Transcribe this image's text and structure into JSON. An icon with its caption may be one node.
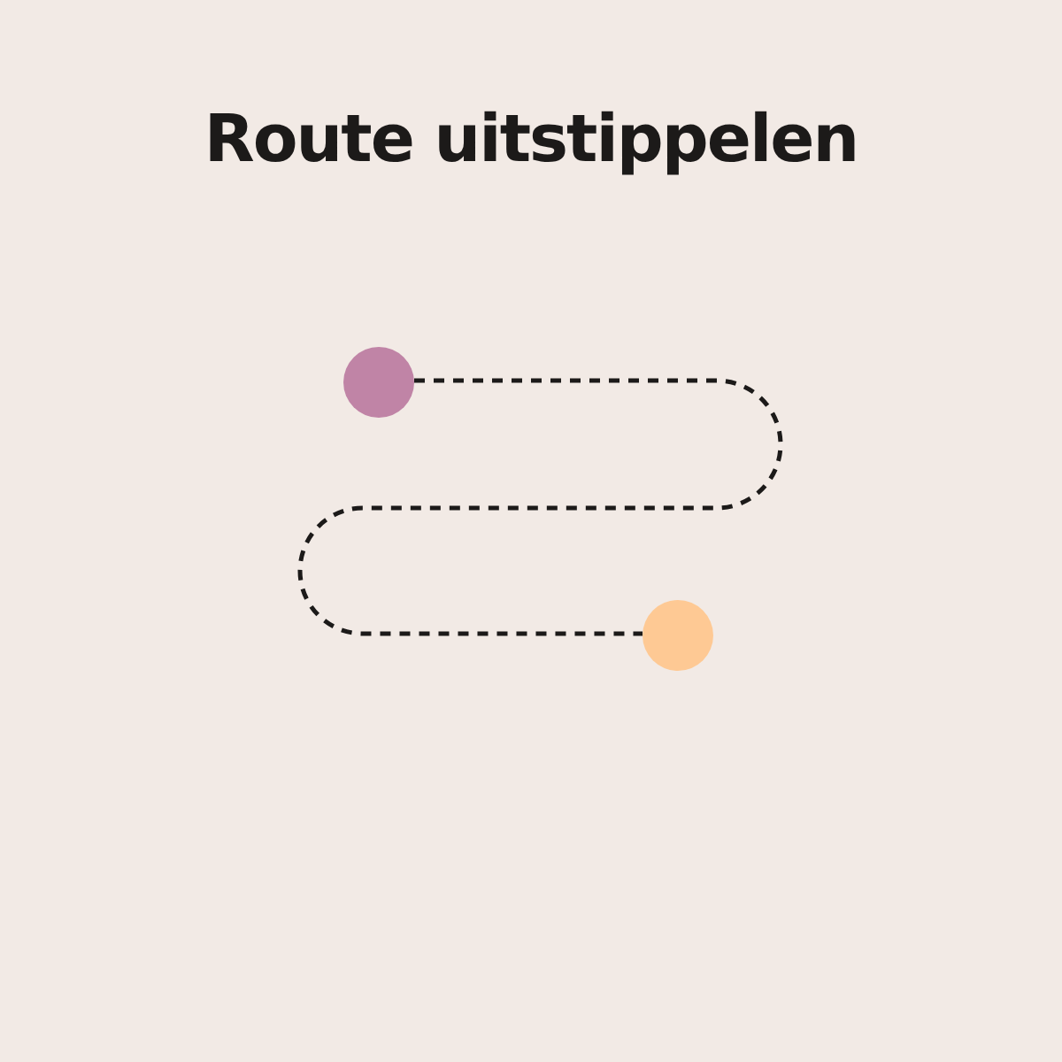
{
  "diagram": {
    "title": "Route uitstippelen",
    "nodes": [
      {
        "text": [],
        "shape": "circle"
      },
      {
        "text": [],
        "shape": "circle"
      }
    ],
    "edges": [
      {
        "from": 0,
        "to": 1,
        "arrow": "none",
        "style": "dashed"
      }
    ]
  }
}
